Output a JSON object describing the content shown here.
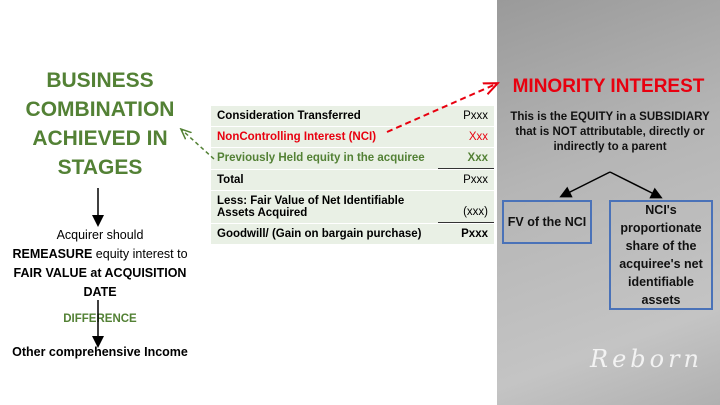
{
  "left": {
    "title": "BUSINESS COMBINATION ACHIEVED IN STAGES",
    "step1_a": "Acquirer should",
    "step1_b": "REMEASURE",
    "step1_c": " equity interest to ",
    "step1_d": "FAIR VALUE at ACQUISITION DATE",
    "difference": "DIFFERENCE",
    "result": "Other comprehensive Income"
  },
  "table": {
    "rows": [
      {
        "label": "Consideration Transferred",
        "value": "Pxxx"
      },
      {
        "label": "NonControlling Interest (NCI)",
        "value": "Xxx"
      },
      {
        "label": "Previously Held equity in the acquiree",
        "value": "Xxx"
      },
      {
        "label": "Total",
        "value": "Pxxx"
      },
      {
        "label": "Less: Fair Value of Net Identifiable Assets Acquired",
        "value": "(xxx)"
      },
      {
        "label": "Goodwill/ (Gain on bargain purchase)",
        "value": "Pxxx"
      }
    ]
  },
  "right": {
    "title": "MINORITY INTEREST",
    "definition": "This is the EQUITY in a SUBSIDIARY that is NOT attributable, directly or indirectly to a parent",
    "box1": "FV of the NCI",
    "box2": "NCI's proportionate share of the acquiree's net identifiable assets",
    "watermark": "Reborn"
  },
  "colors": {
    "green": "#538135",
    "red": "#e8000f",
    "box_border": "#4a72b8"
  }
}
